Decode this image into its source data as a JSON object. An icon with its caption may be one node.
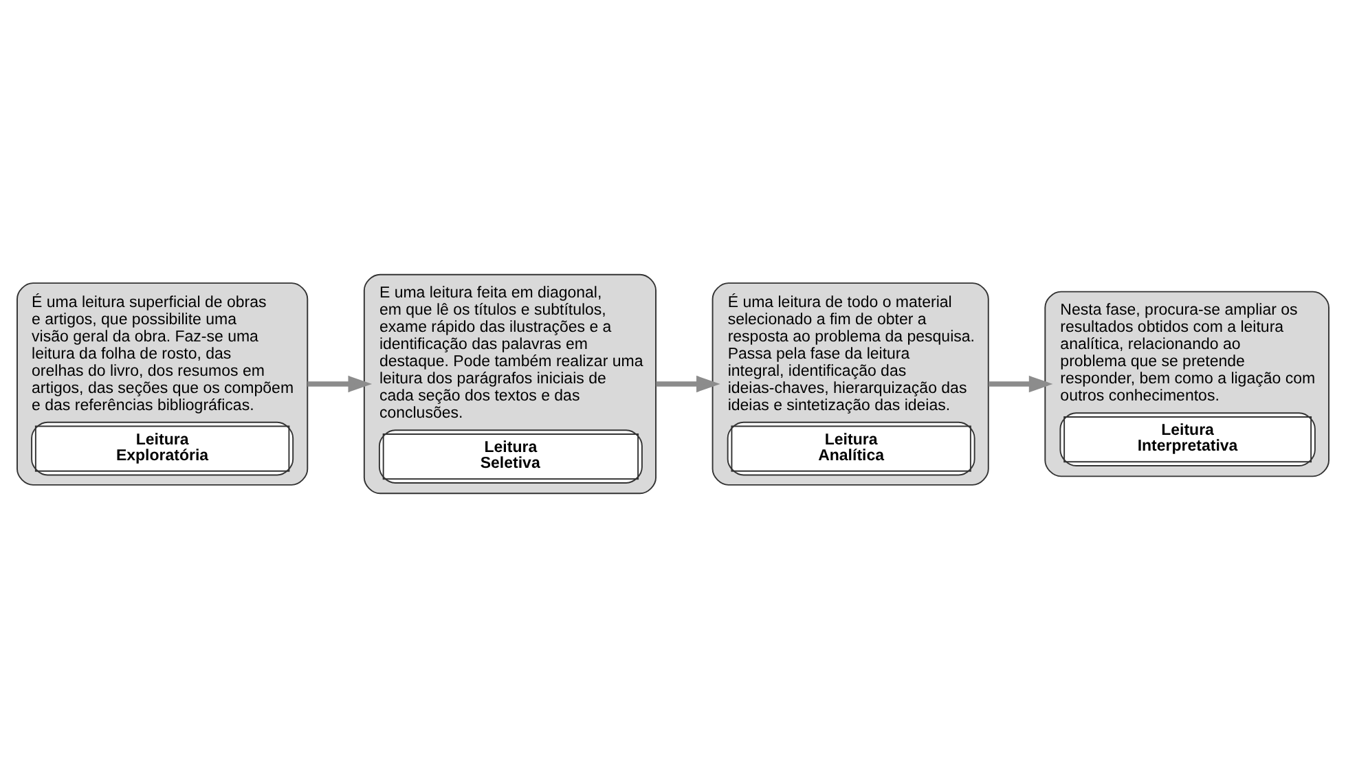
{
  "diagram": {
    "nodes": [
      {
        "text": [
          "É uma leitura superficial de obras e artigos, que possibilite uma visão geral da obra. Faz-se uma leitura da folha de rosto, das orelhas do livro, dos resumos em artigos, das seções que os compõem e das referências bibliográficas.",
          "Leitura Exploratória"
        ]
      },
      {
        "text": [
          "E uma leitura feita em diagonal, em que lê os títulos e subtítulos, exame rápido das ilustrações e a identificação das palavras em destaque. Pode também realizar uma leitura dos parágrafos iniciais de cada seção dos textos e das conclusões.",
          "Leitura Seletiva"
        ]
      },
      {
        "text": [
          "É uma leitura de todo o material selecionado a fim de obter a resposta ao problema da pesquisa. Passa pela fase da leitura integral, identificação das ideias-chaves, hierarquização das ideias e sintetização das ideias.",
          "Leitura Analítica"
        ]
      },
      {
        "text": [
          "Nesta fase, procura-se ampliar os resultados obtidos com a leitura analítica, relacionando ao problema que se pretende responder, bem como a ligação com outros conhecimentos.",
          "Leitura Interpretativa"
        ]
      }
    ],
    "edges": [
      {
        "from": 0,
        "to": 1,
        "arrow": "to"
      },
      {
        "from": 1,
        "to": 2,
        "arrow": "to"
      },
      {
        "from": 2,
        "to": 3,
        "arrow": "to"
      }
    ]
  }
}
